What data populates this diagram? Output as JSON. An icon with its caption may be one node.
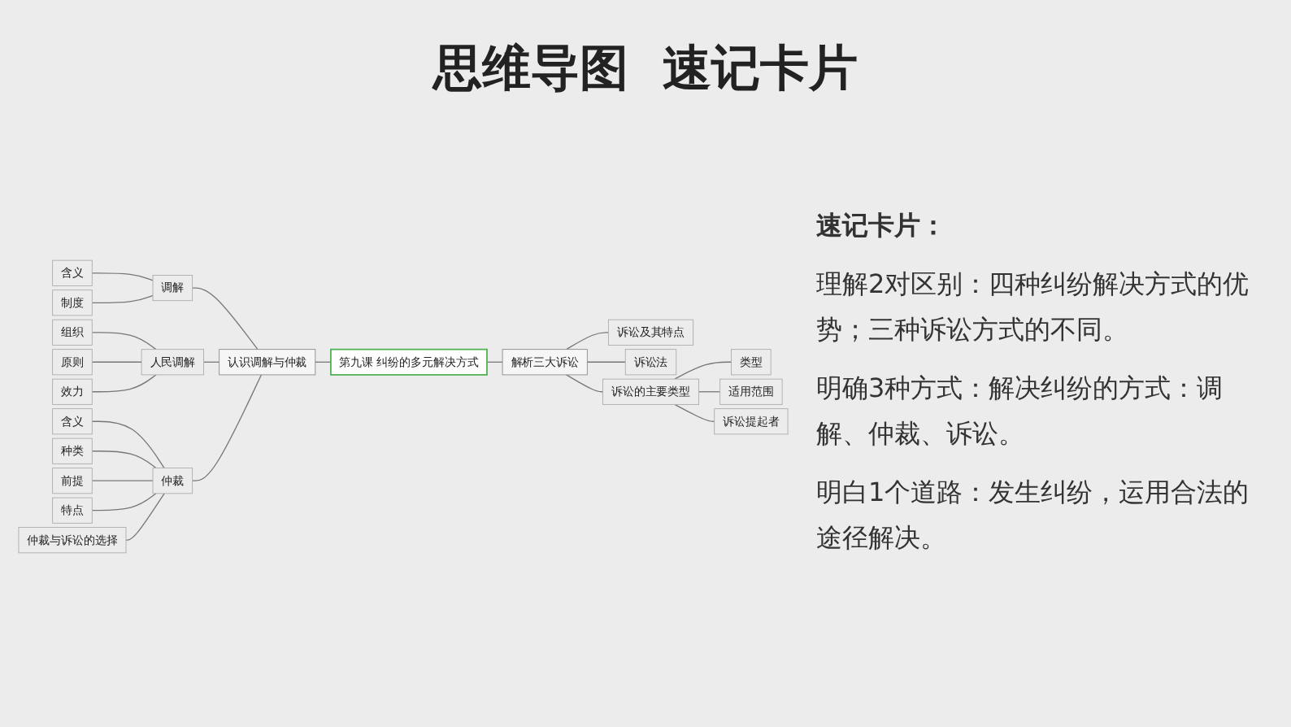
{
  "diagram": {
    "title": "思维导图  速记卡片",
    "nodes": [
      {
        "text": [
          "第九课 纠纷的多元解决方式"
        ]
      },
      {
        "text": [
          "认识调解与仲裁"
        ]
      },
      {
        "text": [
          "调解"
        ]
      },
      {
        "text": [
          "含义"
        ]
      },
      {
        "text": [
          "制度"
        ]
      },
      {
        "text": [
          "人民调解"
        ]
      },
      {
        "text": [
          "组织"
        ]
      },
      {
        "text": [
          "原则"
        ]
      },
      {
        "text": [
          "效力"
        ]
      },
      {
        "text": [
          "仲裁"
        ]
      },
      {
        "text": [
          "含义"
        ]
      },
      {
        "text": [
          "种类"
        ]
      },
      {
        "text": [
          "前提"
        ]
      },
      {
        "text": [
          "特点"
        ]
      },
      {
        "text": [
          "仲裁与诉讼的选择"
        ]
      },
      {
        "text": [
          "解析三大诉讼"
        ]
      },
      {
        "text": [
          "诉讼及其特点"
        ]
      },
      {
        "text": [
          "诉讼法"
        ]
      },
      {
        "text": [
          "诉讼的主要类型"
        ]
      },
      {
        "text": [
          "类型"
        ]
      },
      {
        "text": [
          "适用范围"
        ]
      },
      {
        "text": [
          "诉讼提起者"
        ]
      }
    ],
    "edges": [
      {
        "from": 1,
        "to": 0,
        "arrow": "none"
      },
      {
        "from": 2,
        "to": 1,
        "arrow": "none"
      },
      {
        "from": 3,
        "to": 2,
        "arrow": "none"
      },
      {
        "from": 4,
        "to": 2,
        "arrow": "none"
      },
      {
        "from": 5,
        "to": 1,
        "arrow": "none"
      },
      {
        "from": 6,
        "to": 5,
        "arrow": "none"
      },
      {
        "from": 7,
        "to": 5,
        "arrow": "none"
      },
      {
        "from": 8,
        "to": 5,
        "arrow": "none"
      },
      {
        "from": 9,
        "to": 1,
        "arrow": "none"
      },
      {
        "from": 10,
        "to": 9,
        "arrow": "none"
      },
      {
        "from": 11,
        "to": 9,
        "arrow": "none"
      },
      {
        "from": 12,
        "to": 9,
        "arrow": "none"
      },
      {
        "from": 13,
        "to": 9,
        "arrow": "none"
      },
      {
        "from": 14,
        "to": 9,
        "arrow": "none"
      },
      {
        "from": 0,
        "to": 15,
        "arrow": "none"
      },
      {
        "from": 15,
        "to": 16,
        "arrow": "none"
      },
      {
        "from": 15,
        "to": 17,
        "arrow": "none"
      },
      {
        "from": 15,
        "to": 18,
        "arrow": "none"
      },
      {
        "from": 18,
        "to": 19,
        "arrow": "none"
      },
      {
        "from": 18,
        "to": 20,
        "arrow": "none"
      },
      {
        "from": 18,
        "to": 21,
        "arrow": "none"
      }
    ],
    "labels": [
      "速记卡片：",
      "理解2对区别：四种纠纷解决方式的优势；三种诉讼方式的不同。",
      "明确3种方式：解决纠纷的方式：调解、仲裁、诉讼。",
      "明白1个道路：发生纠纷，运用合法的途径解决。"
    ]
  }
}
